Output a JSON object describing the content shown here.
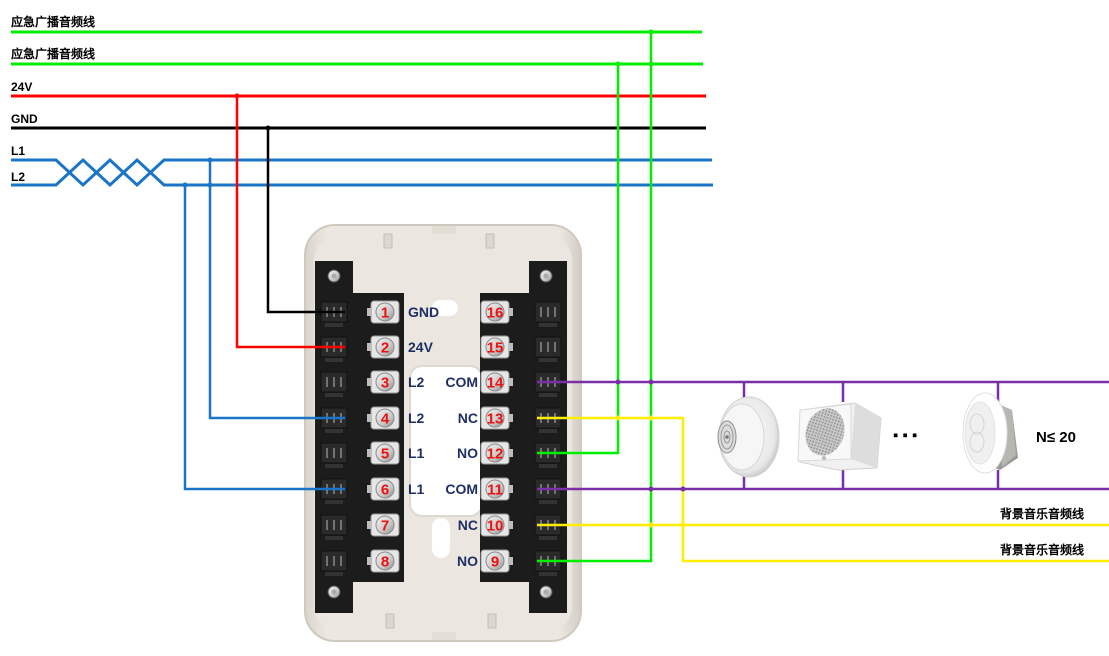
{
  "colors": {
    "emergency_audio": "#00ee00",
    "power_24v": "#ff0000",
    "gnd": "#000000",
    "bus": "#1a75c8",
    "com": "#7a2fa8",
    "background_audio": "#ffee00",
    "housing": "#e9e4dc",
    "terminal_block": "#1c1c1c",
    "label_text": "#1f2f66",
    "number_text": "#ee1111"
  },
  "bus_lines": [
    {
      "id": "emergency-audio-1",
      "label": "应急广播音频线",
      "color_key": "emergency_audio"
    },
    {
      "id": "emergency-audio-2",
      "label": "应急广播音频线",
      "color_key": "emergency_audio"
    },
    {
      "id": "power-24v",
      "label": "24V",
      "color_key": "power_24v"
    },
    {
      "id": "gnd",
      "label": "GND",
      "color_key": "gnd"
    },
    {
      "id": "l1",
      "label": "L1",
      "color_key": "bus"
    },
    {
      "id": "l2",
      "label": "L2",
      "color_key": "bus"
    }
  ],
  "terminals_left": [
    {
      "num": "1",
      "label": "GND"
    },
    {
      "num": "2",
      "label": "24V"
    },
    {
      "num": "3",
      "label": "L2"
    },
    {
      "num": "4",
      "label": "L2"
    },
    {
      "num": "5",
      "label": "L1"
    },
    {
      "num": "6",
      "label": "L1"
    },
    {
      "num": "7",
      "label": ""
    },
    {
      "num": "8",
      "label": ""
    }
  ],
  "terminals_right": [
    {
      "num": "16",
      "label": ""
    },
    {
      "num": "15",
      "label": ""
    },
    {
      "num": "14",
      "label": "COM"
    },
    {
      "num": "13",
      "label": "NC"
    },
    {
      "num": "12",
      "label": "NO"
    },
    {
      "num": "11",
      "label": "COM"
    },
    {
      "num": "10",
      "label": "NC"
    },
    {
      "num": "9",
      "label": "NO"
    }
  ],
  "background_lines": [
    {
      "label": "背景音乐音频线"
    },
    {
      "label": "背景音乐音频线"
    }
  ],
  "speakers": [
    {
      "type": "ceiling-dome-speaker-icon"
    },
    {
      "type": "wall-box-speaker-icon"
    },
    {
      "type": "recessed-ceiling-speaker-icon"
    }
  ],
  "ellipsis": "▪ ▪ ▪",
  "speaker_count_note": "N≤ 20"
}
